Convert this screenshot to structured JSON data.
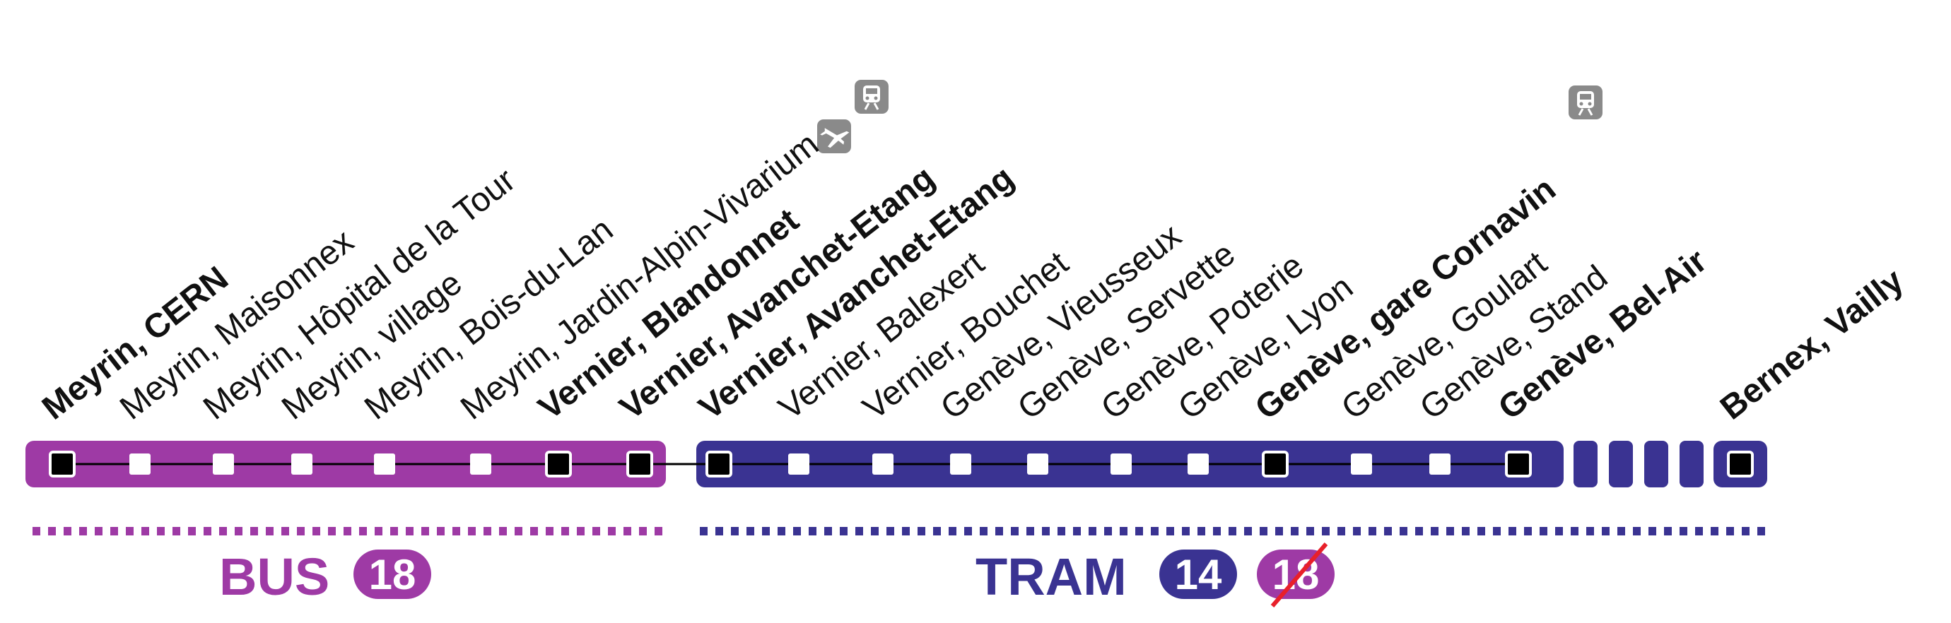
{
  "colors": {
    "bus": "#9e3aa5",
    "tram": "#3a3392",
    "stop_major": "#000000",
    "stop_minor": "#ffffff",
    "connector": "#000000",
    "icon_bg": "#8a8a8a",
    "strike": "#e8202a"
  },
  "stops": [
    {
      "name": "Meyrin, CERN",
      "major": true,
      "mode": "bus"
    },
    {
      "name": "Meyrin, Maisonnex",
      "major": false,
      "mode": "bus"
    },
    {
      "name": "Meyrin, Hôpital de la Tour",
      "major": false,
      "mode": "bus"
    },
    {
      "name": "Meyrin, village",
      "major": false,
      "mode": "bus"
    },
    {
      "name": "Meyrin, Bois-du-Lan",
      "major": false,
      "mode": "bus"
    },
    {
      "name": "Meyrin, Jardin-Alpin-Vivarium",
      "major": false,
      "mode": "bus",
      "icon": "train-icon"
    },
    {
      "name": "Vernier, Blandonnet",
      "major": true,
      "mode": "bus",
      "icon": "airplane-icon"
    },
    {
      "name": "Vernier, Avanchet-Etang",
      "major": true,
      "mode": "bus"
    },
    {
      "name": "Vernier, Avanchet-Etang",
      "major": true,
      "mode": "tram"
    },
    {
      "name": "Vernier, Balexert",
      "major": false,
      "mode": "tram"
    },
    {
      "name": "Vernier, Bouchet",
      "major": false,
      "mode": "tram"
    },
    {
      "name": "Genève, Vieusseux",
      "major": false,
      "mode": "tram"
    },
    {
      "name": "Genève, Servette",
      "major": false,
      "mode": "tram"
    },
    {
      "name": "Genève, Poterie",
      "major": false,
      "mode": "tram"
    },
    {
      "name": "Genève, Lyon",
      "major": false,
      "mode": "tram"
    },
    {
      "name": "Genève, gare Cornavin",
      "major": true,
      "mode": "tram",
      "icon": "train-icon"
    },
    {
      "name": "Genève, Goulart",
      "major": false,
      "mode": "tram"
    },
    {
      "name": "Genève, Stand",
      "major": false,
      "mode": "tram"
    },
    {
      "name": "Genève, Bel-Air",
      "major": true,
      "mode": "tram"
    },
    {
      "name": "Bernex, Vailly",
      "major": true,
      "mode": "tram"
    }
  ],
  "legend": {
    "bus": {
      "label": "BUS",
      "line": "18"
    },
    "tram": {
      "label": "TRAM",
      "line": "14",
      "discontinued_line": "18"
    }
  }
}
